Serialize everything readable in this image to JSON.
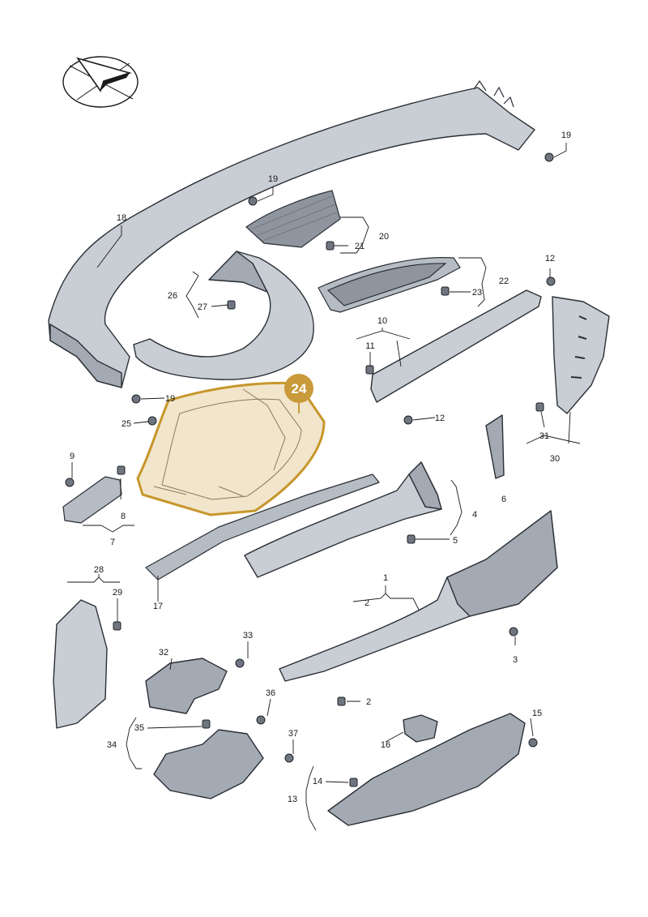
{
  "diagram": {
    "highlight_badge": "24",
    "callouts": [
      {
        "id": "c1",
        "text": "1"
      },
      {
        "id": "c2a",
        "text": "2"
      },
      {
        "id": "c2b",
        "text": "2"
      },
      {
        "id": "c3",
        "text": "3"
      },
      {
        "id": "c4",
        "text": "4"
      },
      {
        "id": "c5",
        "text": "5"
      },
      {
        "id": "c6",
        "text": "6"
      },
      {
        "id": "c7",
        "text": "7"
      },
      {
        "id": "c8",
        "text": "8"
      },
      {
        "id": "c9",
        "text": "9"
      },
      {
        "id": "c10",
        "text": "10"
      },
      {
        "id": "c11",
        "text": "11"
      },
      {
        "id": "c12a",
        "text": "12"
      },
      {
        "id": "c12b",
        "text": "12"
      },
      {
        "id": "c13",
        "text": "13"
      },
      {
        "id": "c14",
        "text": "14"
      },
      {
        "id": "c15",
        "text": "15"
      },
      {
        "id": "c16",
        "text": "16"
      },
      {
        "id": "c17",
        "text": "17"
      },
      {
        "id": "c18",
        "text": "18"
      },
      {
        "id": "c19a",
        "text": "19"
      },
      {
        "id": "c19b",
        "text": "19"
      },
      {
        "id": "c19c",
        "text": "19"
      },
      {
        "id": "c20",
        "text": "20"
      },
      {
        "id": "c21",
        "text": "21"
      },
      {
        "id": "c22",
        "text": "22"
      },
      {
        "id": "c23",
        "text": "23"
      },
      {
        "id": "c25",
        "text": "25"
      },
      {
        "id": "c26",
        "text": "26"
      },
      {
        "id": "c27",
        "text": "27"
      },
      {
        "id": "c28",
        "text": "28"
      },
      {
        "id": "c29",
        "text": "29"
      },
      {
        "id": "c30",
        "text": "30"
      },
      {
        "id": "c31",
        "text": "31"
      },
      {
        "id": "c32",
        "text": "32"
      },
      {
        "id": "c33",
        "text": "33"
      },
      {
        "id": "c34",
        "text": "34"
      },
      {
        "id": "c35",
        "text": "35"
      },
      {
        "id": "c36",
        "text": "36"
      },
      {
        "id": "c37",
        "text": "37"
      }
    ]
  }
}
